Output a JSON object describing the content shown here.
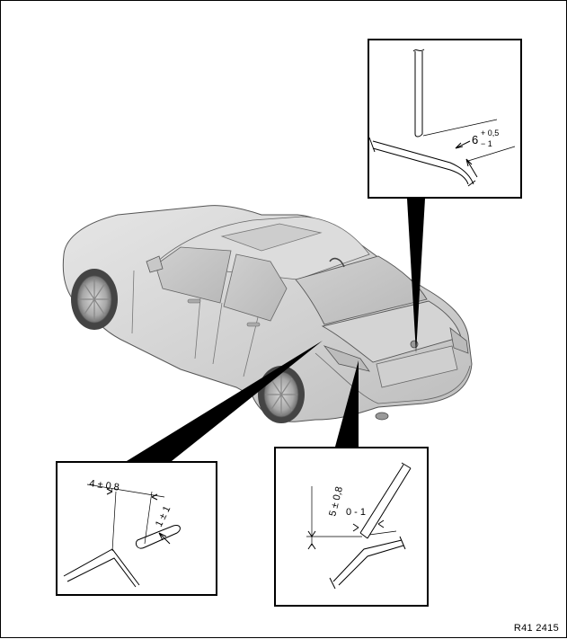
{
  "figure": {
    "reference": "R41 2415"
  },
  "details": {
    "top": {
      "nominal": "6",
      "tol_plus": "+ 0,5",
      "tol_minus": "− 1"
    },
    "bottom_left": {
      "dim_gap": "4 ± 0,8",
      "dim_offset": "1 ± 1"
    },
    "bottom_right": {
      "dim_gap": "5 ± 0,8",
      "dim_offset": "0 - 1"
    }
  }
}
